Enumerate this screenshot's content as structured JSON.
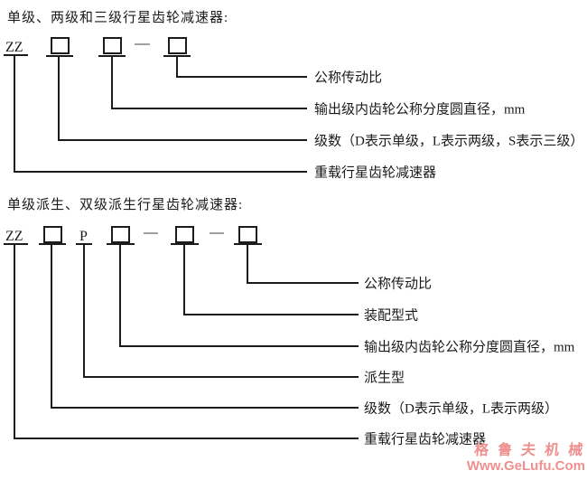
{
  "diagram1": {
    "title": "单级、两级和三级行星齿轮减速器:",
    "prefix": "ZZ",
    "labels": [
      "公称传动比",
      "输出级内齿轮公称分度圆直径，mm",
      "级数（D表示单级，L表示两级，S表示三级）",
      "重载行星齿轮减速器"
    ]
  },
  "diagram2": {
    "title": "单级派生、双级派生行星齿轮减速器:",
    "prefix": "ZZ",
    "derive_code": "P",
    "labels": [
      "公称传动比",
      "装配型式",
      "输出级内齿轮公称分度圆直径，mm",
      "派生型",
      "级数（D表示单级，L表示两级）",
      "重载行星齿轮减速器"
    ]
  },
  "watermark": {
    "line1": "格 鲁 夫 机 械",
    "line2": "Www.GeLufu.Com",
    "color": "#ef8f8f"
  },
  "colors": {
    "ink": "#1b1b1b",
    "dash_separator": "#a0a0a0",
    "background": "#ffffff"
  }
}
